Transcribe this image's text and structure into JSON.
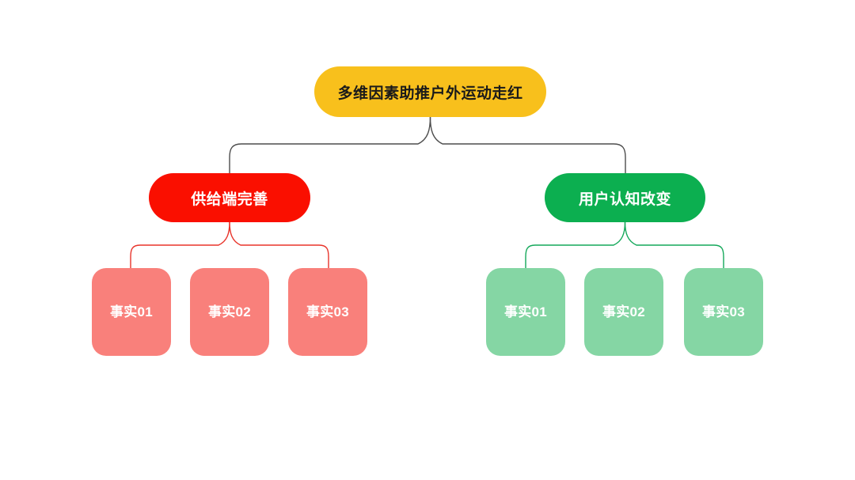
{
  "diagram": {
    "type": "mind-map",
    "background_color": "#ffffff",
    "root": {
      "label": "多维因素助推户外运动走红",
      "color": "#F8C01C",
      "text_color": "#1a1a1a"
    },
    "branches": [
      {
        "label": "供给端完善",
        "color": "#FA0F00",
        "connector_color": "#E8332A",
        "leaf_color": "#F9807B",
        "leaves": [
          {
            "label": "事实01"
          },
          {
            "label": "事实02"
          },
          {
            "label": "事实03"
          }
        ]
      },
      {
        "label": "用户认知改变",
        "color": "#0CAF50",
        "connector_color": "#14A85A",
        "leaf_color": "#85D6A4",
        "leaves": [
          {
            "label": "事实01"
          },
          {
            "label": "事实02"
          },
          {
            "label": "事实03"
          }
        ]
      }
    ],
    "root_connector_color": "#4d4d4d"
  }
}
